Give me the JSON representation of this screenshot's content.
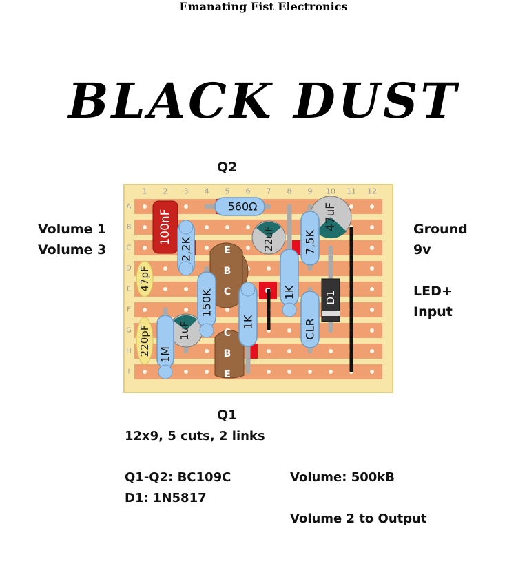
{
  "header": {
    "line1": "Emanating Fist Electronics",
    "line2": "BLACK DUST"
  },
  "board": {
    "columns": [
      "1",
      "2",
      "3",
      "4",
      "5",
      "6",
      "7",
      "8",
      "9",
      "10",
      "11",
      "12"
    ],
    "rows": [
      "A",
      "B",
      "C",
      "D",
      "E",
      "F",
      "G",
      "H",
      "I"
    ]
  },
  "labels": {
    "q2": "Q2",
    "q1": "Q1",
    "volume1": "Volume 1",
    "volume3": "Volume 3",
    "ground": "Ground",
    "v9": "9v",
    "led": "LED+",
    "input": "Input"
  },
  "components": {
    "c100nf": "100nF",
    "r2k2": "2,2K",
    "c47pf": "47pF",
    "c220pf": "220pF",
    "r1m": "1M",
    "c1uf": "1uF",
    "r150k": "150K",
    "r560": "560Ω",
    "c22uf": "22uF",
    "r1k_a": "1K",
    "r1k_b": "1K",
    "r7k5": "7,5K",
    "c47uf": "47uF",
    "d1": "D1",
    "clr": "CLR",
    "q_e": "E",
    "q_b": "B",
    "q_c": "C"
  },
  "notes": {
    "board_info": "12x9, 5 cuts, 2 links",
    "transistors": "Q1-Q2: BC109C",
    "diode": "D1: 1N5817",
    "volume": "Volume: 500kB",
    "volume2": "Volume 2 to Output"
  },
  "colors": {
    "board_bg": "#f7e6a8",
    "strip": "#f0a070",
    "resistor": "#9fcbf2",
    "capacitor_red": "#c8221e",
    "capacitor_yellow": "#f4e48a",
    "electrolytic": "#c8c8c8",
    "transistor": "#9a6840",
    "cut": "#e60f1e"
  }
}
